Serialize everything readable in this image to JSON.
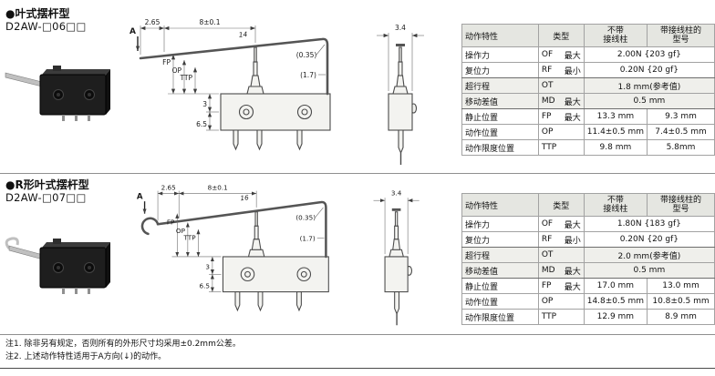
{
  "notes": [
    "注1.  除非另有规定，否则所有的外形尺寸均采用±0.2mm公差。",
    "注2.  上述动作特性适用于A方向(↓)的动作。"
  ],
  "sections": [
    {
      "title": "●叶式摆杆型",
      "model": "D2AW-□06□□",
      "dims": {
        "direction": "A",
        "d_small": "2.65",
        "d_pitch": "8±0.1",
        "lever_length": "14",
        "lever_thickness": "(0.35)",
        "plunger": "(1.7)",
        "fp": "FP",
        "op": "OP",
        "ttp": "TTP",
        "hole_offset": "3",
        "body_height": "6.5",
        "body_width": "3.4"
      },
      "table": {
        "col_characteristic": "动作特性",
        "col_type": "类型",
        "col_without": "不带\n接线柱",
        "col_with": "带接线柱的\n型号",
        "rows": [
          {
            "name": "操作力",
            "sym": "OF",
            "qual": "最大",
            "value": "2.00N {203 gf}"
          },
          {
            "name": "复位力",
            "sym": "RF",
            "qual": "最小",
            "value": "0.20N {20 gf}"
          },
          {
            "name": "超行程",
            "sym": "OT",
            "qual": "",
            "value": "1.8 mm(参考值)"
          },
          {
            "name": "移动差值",
            "sym": "MD",
            "qual": "最大",
            "value": "0.5 mm"
          },
          {
            "name": "静止位置",
            "sym": "FP",
            "qual": "最大",
            "v1": "13.3 mm",
            "v2": "9.3 mm"
          },
          {
            "name": "动作位置",
            "sym": "OP",
            "qual": "",
            "v1": "11.4±0.5 mm",
            "v2": "7.4±0.5 mm"
          },
          {
            "name": "动作限度位置",
            "sym": "TTP",
            "qual": "",
            "v1": "9.8 mm",
            "v2": "5.8mm"
          }
        ]
      }
    },
    {
      "title": "●R形叶式摆杆型",
      "model": "D2AW-□07□□",
      "dims": {
        "direction": "A",
        "d_small": "2.65",
        "d_pitch": "8±0.1",
        "lever_length": "16",
        "lever_thickness": "(0.35)",
        "plunger": "(1.7)",
        "fp": "FP",
        "op": "OP",
        "ttp": "TTP",
        "hole_offset": "3",
        "body_height": "6.5",
        "body_width": "3.4"
      },
      "table": {
        "col_characteristic": "动作特性",
        "col_type": "类型",
        "col_without": "不带\n接线柱",
        "col_with": "带接线柱的\n型号",
        "rows": [
          {
            "name": "操作力",
            "sym": "OF",
            "qual": "最大",
            "value": "1.80N {183 gf}"
          },
          {
            "name": "复位力",
            "sym": "RF",
            "qual": "最小",
            "value": "0.20N {20 gf}"
          },
          {
            "name": "超行程",
            "sym": "OT",
            "qual": "",
            "value": "2.0 mm(参考值)"
          },
          {
            "name": "移动差值",
            "sym": "MD",
            "qual": "最大",
            "value": "0.5 mm"
          },
          {
            "name": "静止位置",
            "sym": "FP",
            "qual": "最大",
            "v1": "17.0 mm",
            "v2": "13.0 mm"
          },
          {
            "name": "动作位置",
            "sym": "OP",
            "qual": "",
            "v1": "14.8±0.5 mm",
            "v2": "10.8±0.5 mm"
          },
          {
            "name": "动作限度位置",
            "sym": "TTP",
            "qual": "",
            "v1": "12.9 mm",
            "v2": "8.9 mm"
          }
        ]
      }
    }
  ]
}
